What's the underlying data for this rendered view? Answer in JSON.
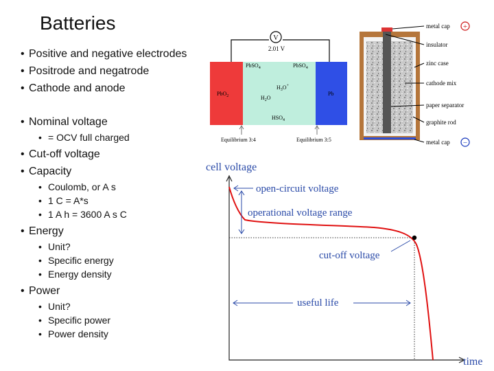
{
  "slide": {
    "title": "Batteries",
    "bullets_top": [
      "Positive and negative electrodes",
      "Positrode and negatrode",
      "Cathode and anode"
    ],
    "nominal_voltage": "Nominal voltage",
    "nominal_sub": "= OCV full charged",
    "cutoff": "Cut-off voltage",
    "capacity": "Capacity",
    "capacity_sub": [
      "Coulomb, or A s",
      "1 C = A*s",
      "1 A h = 3600 A s C"
    ],
    "energy": "Energy",
    "energy_sub": [
      "Unit?",
      "Specific energy",
      "Energy density"
    ],
    "power": "Power",
    "power_sub": [
      "Unit?",
      "Specific power",
      "Power density"
    ]
  },
  "cell_diagram": {
    "meter_symbol": "V",
    "meter_reading": "2.01 V",
    "left_electrode": "PbO",
    "left_electrode_sub": "2",
    "right_electrode": "Pb",
    "left_product": "PbSO",
    "left_product_sub": "4",
    "right_product": "PbSO",
    "right_product_sub": "4",
    "ion_1": "H",
    "ion_1_sub": "3",
    "ion_1_tail": "O",
    "ion_1_sup": "+",
    "water": "H",
    "water_sub": "2",
    "water_tail": "O",
    "bisulfate": "HSO",
    "bisulfate_sub": "4",
    "eq_left": "Equilibrium 3:4",
    "eq_right": "Equilibrium 3:5",
    "colors": {
      "left": "#ee3a3a",
      "right": "#2f4fe6",
      "electrolyte": "#bfeedd"
    }
  },
  "dry_cell": {
    "labels": {
      "metal_cap_top": "metal cap",
      "insulator": "insulator",
      "zinc_case": "zinc case",
      "cathode_mix": "cathode mix",
      "paper_separator": "paper separator",
      "graphite_rod": "graphite rod",
      "metal_cap_bottom": "metal cap"
    },
    "plus_symbol": "+",
    "minus_symbol": "−"
  },
  "discharge_plot": {
    "ylabel": "cell voltage",
    "xlabel": "time",
    "ocv": "open-circuit voltage",
    "operational": "operational voltage range",
    "cutoff": "cut-off voltage",
    "useful_life": "useful life"
  }
}
